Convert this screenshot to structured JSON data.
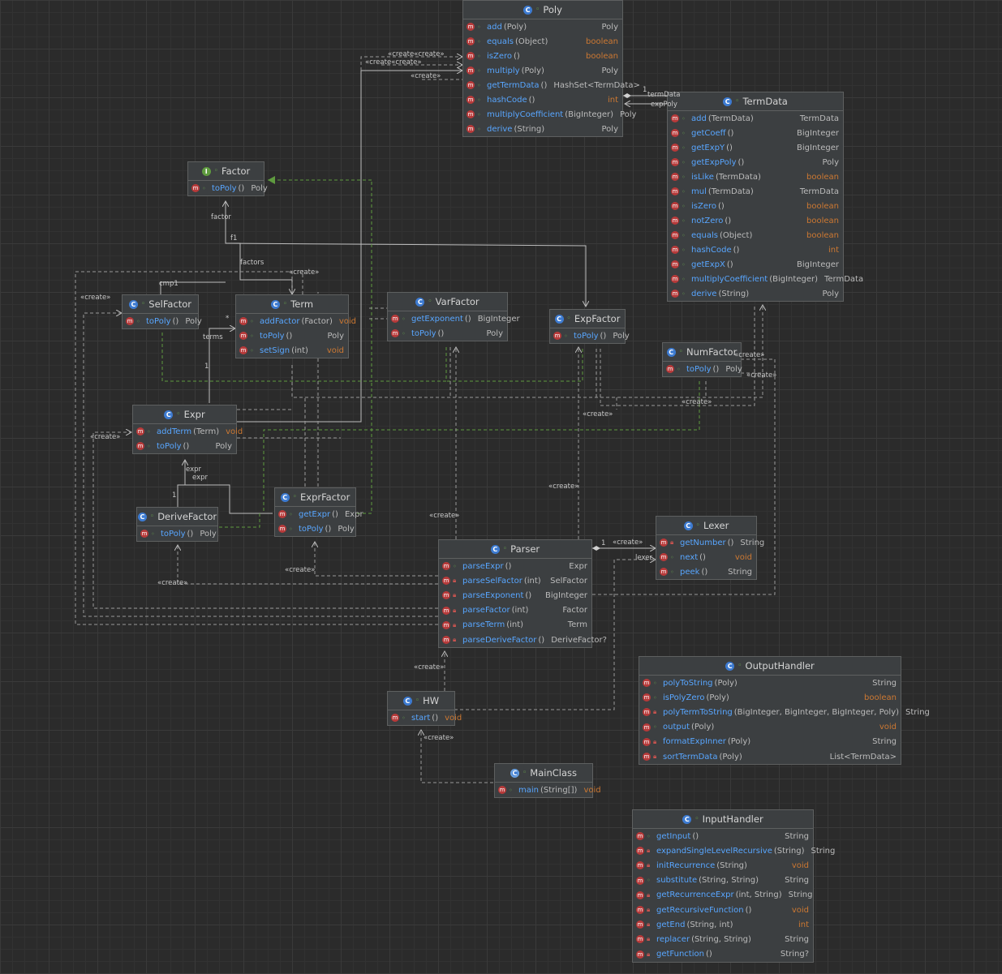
{
  "classes": [
    {
      "name": "Poly",
      "kind": "c",
      "methods": [
        {
          "name": "add",
          "params": "(Poly)",
          "ret": "Poly",
          "acc": "pub"
        },
        {
          "name": "equals",
          "params": "(Object)",
          "ret": "boolean",
          "acc": "pub"
        },
        {
          "name": "isZero",
          "params": "()",
          "ret": "boolean",
          "acc": "pub"
        },
        {
          "name": "multiply",
          "params": "(Poly)",
          "ret": "Poly",
          "acc": "pub"
        },
        {
          "name": "getTermData",
          "params": "()",
          "ret": "HashSet<TermData>",
          "acc": "pub"
        },
        {
          "name": "hashCode",
          "params": "()",
          "ret": "int",
          "acc": "pub"
        },
        {
          "name": "multiplyCoefficient",
          "params": "(BigInteger)",
          "ret": "Poly",
          "acc": "pub"
        },
        {
          "name": "derive",
          "params": "(String)",
          "ret": "Poly",
          "acc": "pub"
        }
      ]
    },
    {
      "name": "TermData",
      "kind": "c",
      "methods": [
        {
          "name": "add",
          "params": "(TermData)",
          "ret": "TermData",
          "acc": "pub"
        },
        {
          "name": "getCoeff",
          "params": "()",
          "ret": "BigInteger",
          "acc": "pub"
        },
        {
          "name": "getExpY",
          "params": "()",
          "ret": "BigInteger",
          "acc": "pub"
        },
        {
          "name": "getExpPoly",
          "params": "()",
          "ret": "Poly",
          "acc": "pub"
        },
        {
          "name": "isLike",
          "params": "(TermData)",
          "ret": "boolean",
          "acc": "pub"
        },
        {
          "name": "mul",
          "params": "(TermData)",
          "ret": "TermData",
          "acc": "pub"
        },
        {
          "name": "isZero",
          "params": "()",
          "ret": "boolean",
          "acc": "pub"
        },
        {
          "name": "notZero",
          "params": "()",
          "ret": "boolean",
          "acc": "pub"
        },
        {
          "name": "equals",
          "params": "(Object)",
          "ret": "boolean",
          "acc": "pub"
        },
        {
          "name": "hashCode",
          "params": "()",
          "ret": "int",
          "acc": "pub"
        },
        {
          "name": "getExpX",
          "params": "()",
          "ret": "BigInteger",
          "acc": "pub"
        },
        {
          "name": "multiplyCoefficient",
          "params": "(BigInteger)",
          "ret": "TermData",
          "acc": "pub"
        },
        {
          "name": "derive",
          "params": "(String)",
          "ret": "Poly",
          "acc": "pub"
        }
      ]
    },
    {
      "name": "Factor",
      "kind": "i",
      "methods": [
        {
          "name": "toPoly",
          "params": "()",
          "ret": "Poly",
          "acc": "pub"
        }
      ]
    },
    {
      "name": "SelFactor",
      "kind": "c",
      "methods": [
        {
          "name": "toPoly",
          "params": "()",
          "ret": "Poly",
          "acc": "pub"
        }
      ]
    },
    {
      "name": "Term",
      "kind": "c",
      "methods": [
        {
          "name": "addFactor",
          "params": "(Factor)",
          "ret": "void",
          "acc": "pub"
        },
        {
          "name": "toPoly",
          "params": "()",
          "ret": "Poly",
          "acc": "pub"
        },
        {
          "name": "setSign",
          "params": "(int)",
          "ret": "void",
          "acc": "pub"
        }
      ]
    },
    {
      "name": "VarFactor",
      "kind": "c",
      "methods": [
        {
          "name": "getExponent",
          "params": "()",
          "ret": "BigInteger",
          "acc": "pub"
        },
        {
          "name": "toPoly",
          "params": "()",
          "ret": "Poly",
          "acc": "pub"
        }
      ]
    },
    {
      "name": "ExpFactor",
      "kind": "c",
      "methods": [
        {
          "name": "toPoly",
          "params": "()",
          "ret": "Poly",
          "acc": "pub"
        }
      ]
    },
    {
      "name": "NumFactor",
      "kind": "c",
      "methods": [
        {
          "name": "toPoly",
          "params": "()",
          "ret": "Poly",
          "acc": "pub"
        }
      ]
    },
    {
      "name": "Expr",
      "kind": "c",
      "methods": [
        {
          "name": "addTerm",
          "params": "(Term)",
          "ret": "void",
          "acc": "pub"
        },
        {
          "name": "toPoly",
          "params": "()",
          "ret": "Poly",
          "acc": "pub"
        }
      ]
    },
    {
      "name": "ExprFactor",
      "kind": "c",
      "methods": [
        {
          "name": "getExpr",
          "params": "()",
          "ret": "Expr",
          "acc": "pub"
        },
        {
          "name": "toPoly",
          "params": "()",
          "ret": "Poly",
          "acc": "pub"
        }
      ]
    },
    {
      "name": "DeriveFactor",
      "kind": "c",
      "methods": [
        {
          "name": "toPoly",
          "params": "()",
          "ret": "Poly",
          "acc": "pub"
        }
      ]
    },
    {
      "name": "Lexer",
      "kind": "c",
      "methods": [
        {
          "name": "getNumber",
          "params": "()",
          "ret": "String",
          "acc": "priv"
        },
        {
          "name": "next",
          "params": "()",
          "ret": "void",
          "acc": "pub"
        },
        {
          "name": "peek",
          "params": "()",
          "ret": "String",
          "acc": "pub"
        }
      ]
    },
    {
      "name": "Parser",
      "kind": "c",
      "methods": [
        {
          "name": "parseExpr",
          "params": "()",
          "ret": "Expr",
          "acc": "pub"
        },
        {
          "name": "parseSelFactor",
          "params": "(int)",
          "ret": "SelFactor",
          "acc": "priv"
        },
        {
          "name": "parseExponent",
          "params": "()",
          "ret": "BigInteger",
          "acc": "priv"
        },
        {
          "name": "parseFactor",
          "params": "(int)",
          "ret": "Factor",
          "acc": "priv"
        },
        {
          "name": "parseTerm",
          "params": "(int)",
          "ret": "Term",
          "acc": "priv"
        },
        {
          "name": "parseDeriveFactor",
          "params": "()",
          "ret": "DeriveFactor?",
          "acc": "priv"
        }
      ]
    },
    {
      "name": "OutputHandler",
      "kind": "c",
      "methods": [
        {
          "name": "polyToString",
          "params": "(Poly)",
          "ret": "String",
          "acc": "pub",
          "static": true
        },
        {
          "name": "isPolyZero",
          "params": "(Poly)",
          "ret": "boolean",
          "acc": "pub",
          "static": true
        },
        {
          "name": "polyTermToString",
          "params": "(BigInteger, BigInteger, BigInteger, Poly)",
          "ret": "String",
          "acc": "priv",
          "static": true
        },
        {
          "name": "output",
          "params": "(Poly)",
          "ret": "void",
          "acc": "pub",
          "static": true
        },
        {
          "name": "formatExpInner",
          "params": "(Poly)",
          "ret": "String",
          "acc": "priv",
          "static": true
        },
        {
          "name": "sortTermData",
          "params": "(Poly)",
          "ret": "List<TermData>",
          "acc": "priv",
          "static": true
        }
      ]
    },
    {
      "name": "HW",
      "kind": "c",
      "methods": [
        {
          "name": "start",
          "params": "()",
          "ret": "void",
          "acc": "pub"
        }
      ]
    },
    {
      "name": "MainClass",
      "kind": "m",
      "methods": [
        {
          "name": "main",
          "params": "(String[])",
          "ret": "void",
          "acc": "pub",
          "static": true
        }
      ]
    },
    {
      "name": "InputHandler",
      "kind": "c",
      "methods": [
        {
          "name": "getInput",
          "params": "()",
          "ret": "String",
          "acc": "pub",
          "static": true
        },
        {
          "name": "expandSingleLevelRecursive",
          "params": "(String)",
          "ret": "String",
          "acc": "priv",
          "static": true
        },
        {
          "name": "initRecurrence",
          "params": "(String)",
          "ret": "void",
          "acc": "priv",
          "static": true
        },
        {
          "name": "substitute",
          "params": "(String, String)",
          "ret": "String",
          "acc": "pub",
          "static": true
        },
        {
          "name": "getRecurrenceExpr",
          "params": "(int, String)",
          "ret": "String",
          "acc": "priv",
          "static": true
        },
        {
          "name": "getRecursiveFunction",
          "params": "()",
          "ret": "void",
          "acc": "priv",
          "static": true
        },
        {
          "name": "getEnd",
          "params": "(String, int)",
          "ret": "int",
          "acc": "priv",
          "static": true
        },
        {
          "name": "replacer",
          "params": "(String, String)",
          "ret": "String",
          "acc": "priv",
          "static": true
        },
        {
          "name": "getFunction",
          "params": "()",
          "ret": "String?",
          "acc": "priv",
          "static": true
        }
      ]
    }
  ],
  "edge_labels": {
    "create": "«create»",
    "create_double": "«create«create»",
    "termData": "termData",
    "expPoly": "expPoly",
    "one": "1",
    "star": "*",
    "factor": "factor",
    "factors": "factors",
    "f1": "f1",
    "cmp1": "cmp1",
    "terms": "terms",
    "expr": "expr",
    "lexer": "lexer"
  },
  "colors": {
    "background": "#2b2b2b",
    "box": "#3c3f41",
    "method_name": "#58a6ff",
    "keyword_type": "#cc7832",
    "implements_edge": "#5f9b3f",
    "dependency_edge": "#9a9a9a"
  }
}
